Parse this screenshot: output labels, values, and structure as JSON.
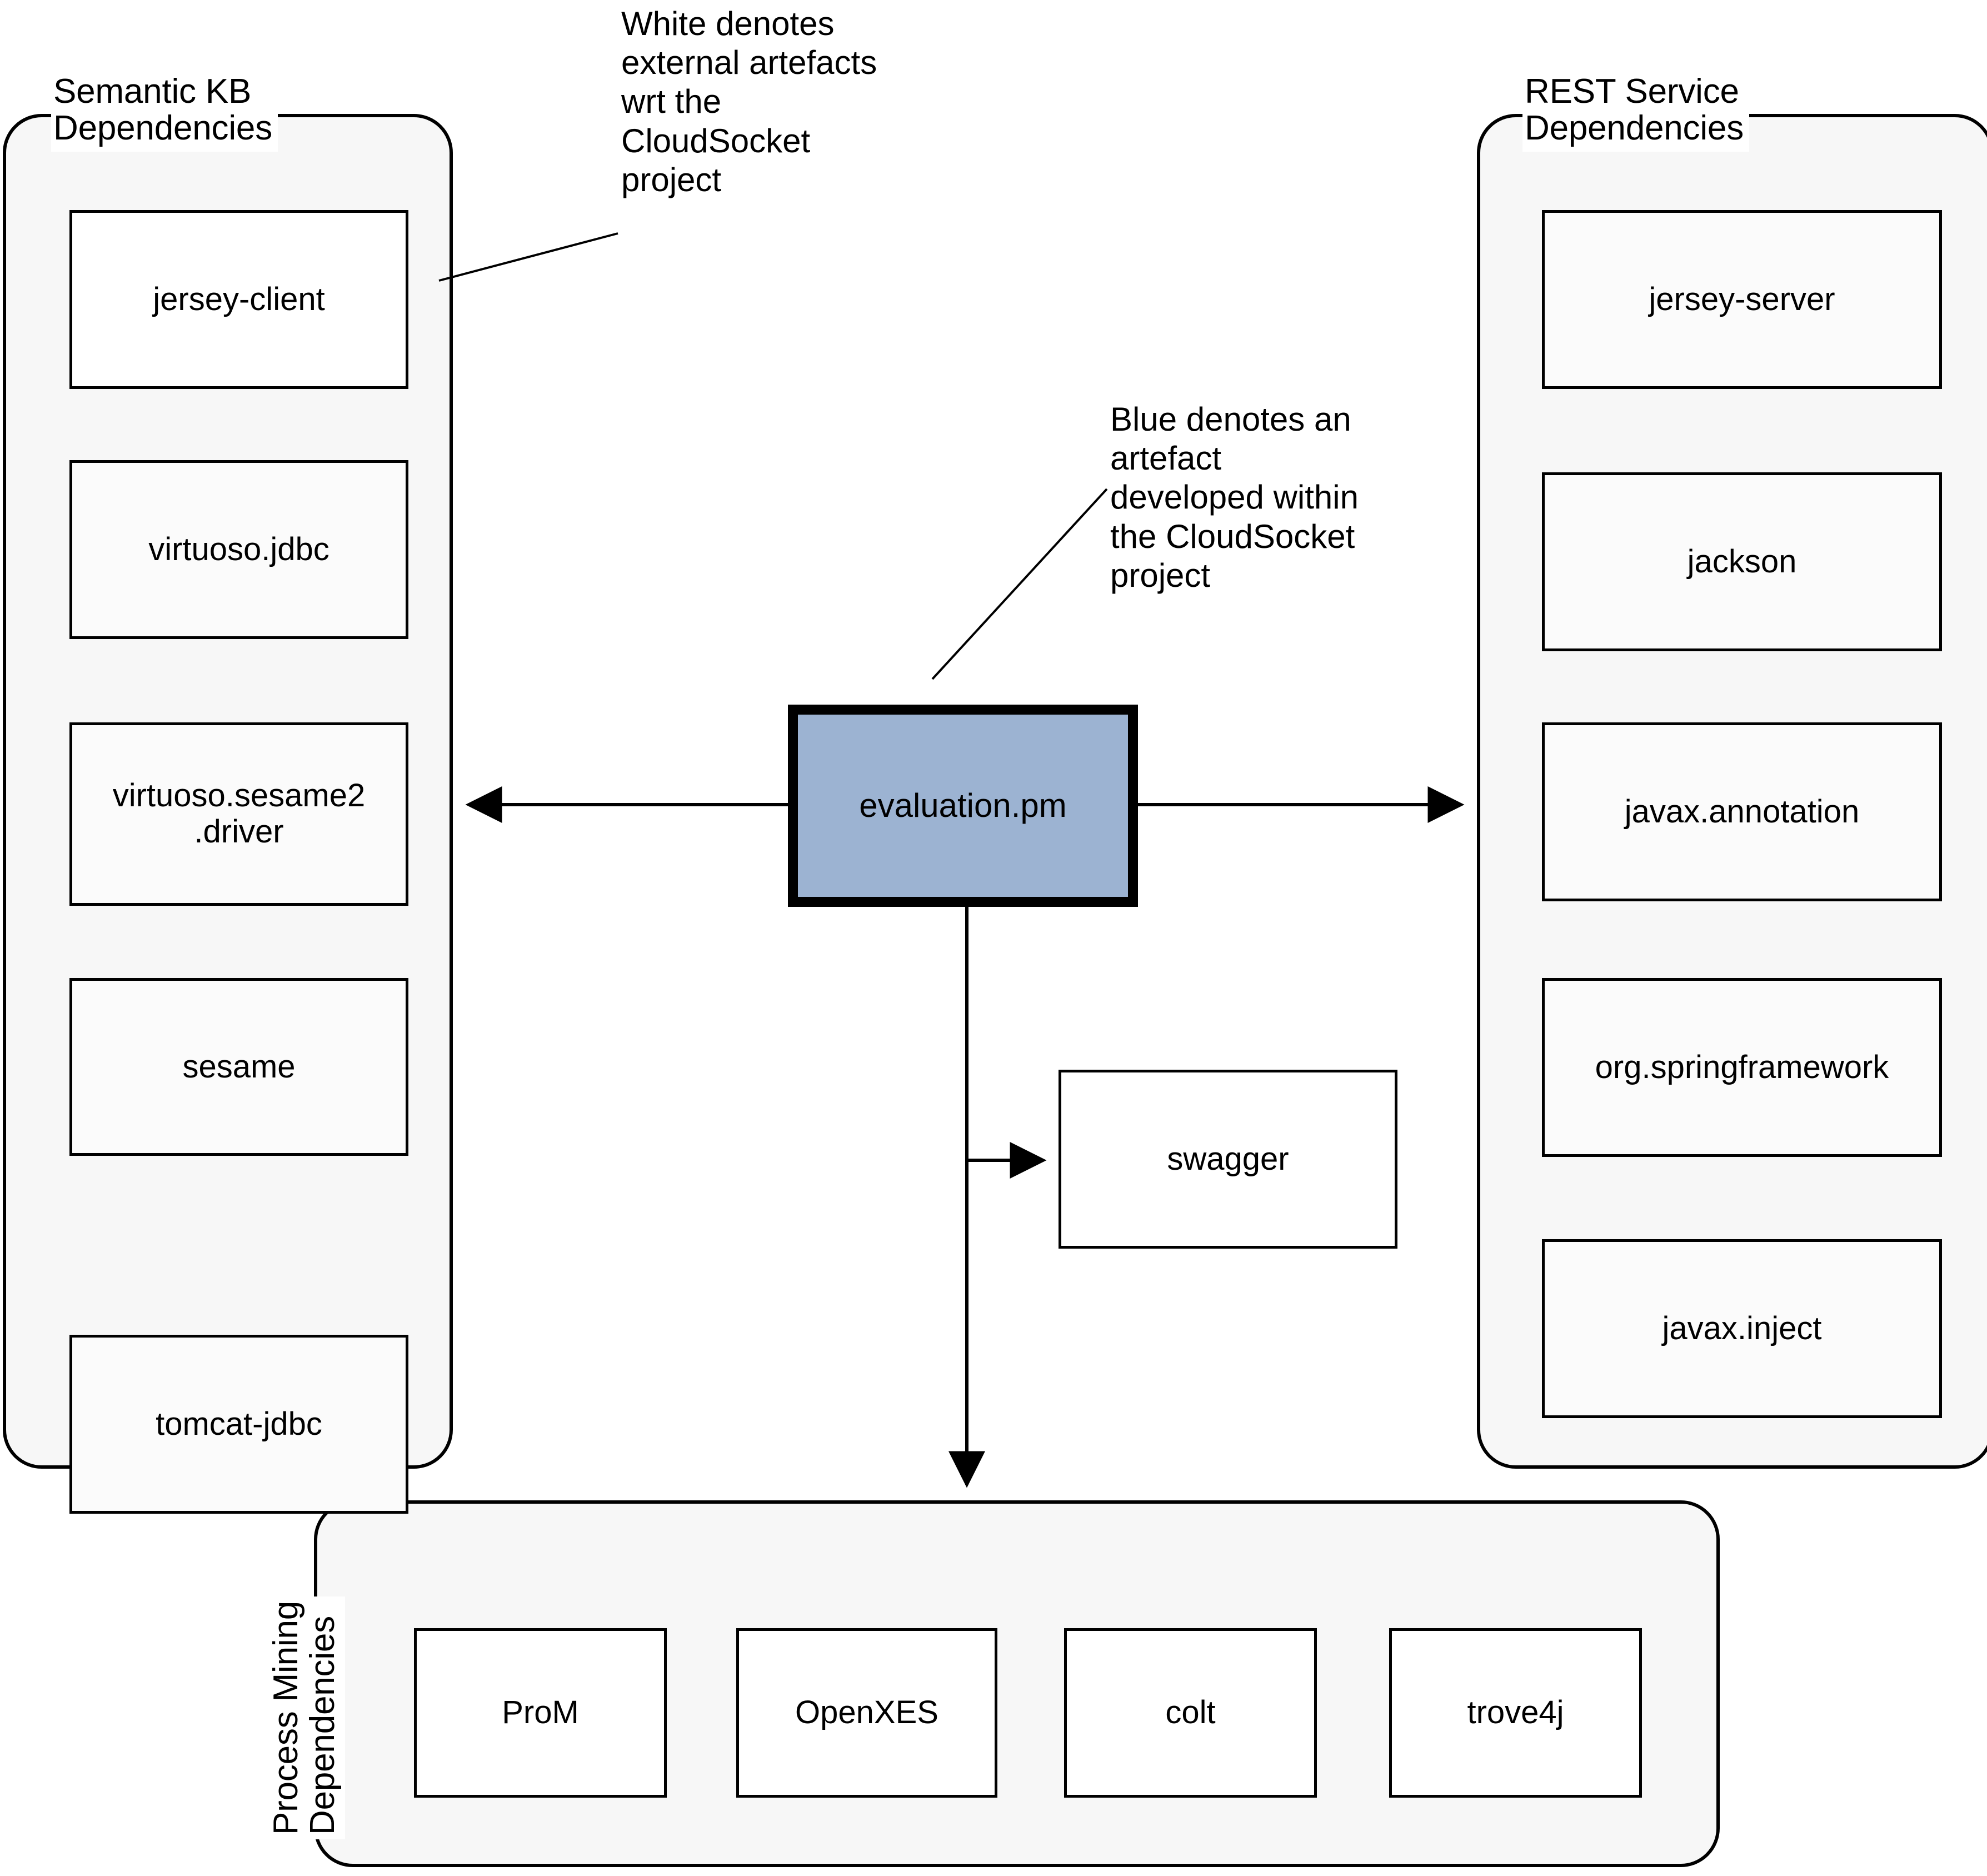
{
  "diagram": {
    "title": "CloudSocket evaluation.pm dependency diagram",
    "colors": {
      "group_fill": "#f7f7f7",
      "group_stroke": "#000000",
      "node_fill": "#ffffff",
      "node_stroke": "#000000",
      "primary_fill": "#9cb3d2",
      "primary_stroke": "#000000",
      "canvas": "#ffffff"
    }
  },
  "notes": [
    {
      "id": "white-legend",
      "text": "White denotes\nexternal artefacts\nwrt the\nCloudSocket\nproject"
    },
    {
      "id": "blue-legend",
      "text": "Blue denotes an\nartefact\ndeveloped within\nthe CloudSocket\nproject"
    }
  ],
  "groups": {
    "semantic_kb": {
      "label": "Semantic KB\nDependencies",
      "nodes": [
        {
          "label": "jersey-client"
        },
        {
          "label": "virtuoso.jdbc"
        },
        {
          "label": "virtuoso.sesame2\n.driver"
        },
        {
          "label": "sesame"
        },
        {
          "label": "tomcat-jdbc"
        }
      ]
    },
    "rest_service": {
      "label": "REST Service\nDependencies",
      "nodes": [
        {
          "label": "jersey-server"
        },
        {
          "label": "jackson"
        },
        {
          "label": "javax.annotation"
        },
        {
          "label": "org.springframework"
        },
        {
          "label": "javax.inject"
        }
      ]
    },
    "process_mining": {
      "label": "Process Mining\nDependencies",
      "nodes": [
        {
          "label": "ProM"
        },
        {
          "label": "OpenXES"
        },
        {
          "label": "colt"
        },
        {
          "label": "trove4j"
        }
      ]
    }
  },
  "central": {
    "label": "evaluation.pm"
  },
  "standalone": {
    "swagger": {
      "label": "swagger"
    }
  },
  "edges": [
    {
      "from": "evaluation.pm",
      "to": "Semantic KB Dependencies",
      "direction": "left"
    },
    {
      "from": "evaluation.pm",
      "to": "REST Service Dependencies",
      "direction": "right"
    },
    {
      "from": "evaluation.pm",
      "to": "swagger",
      "direction": "down-right"
    },
    {
      "from": "evaluation.pm",
      "to": "Process Mining Dependencies",
      "direction": "down"
    }
  ]
}
